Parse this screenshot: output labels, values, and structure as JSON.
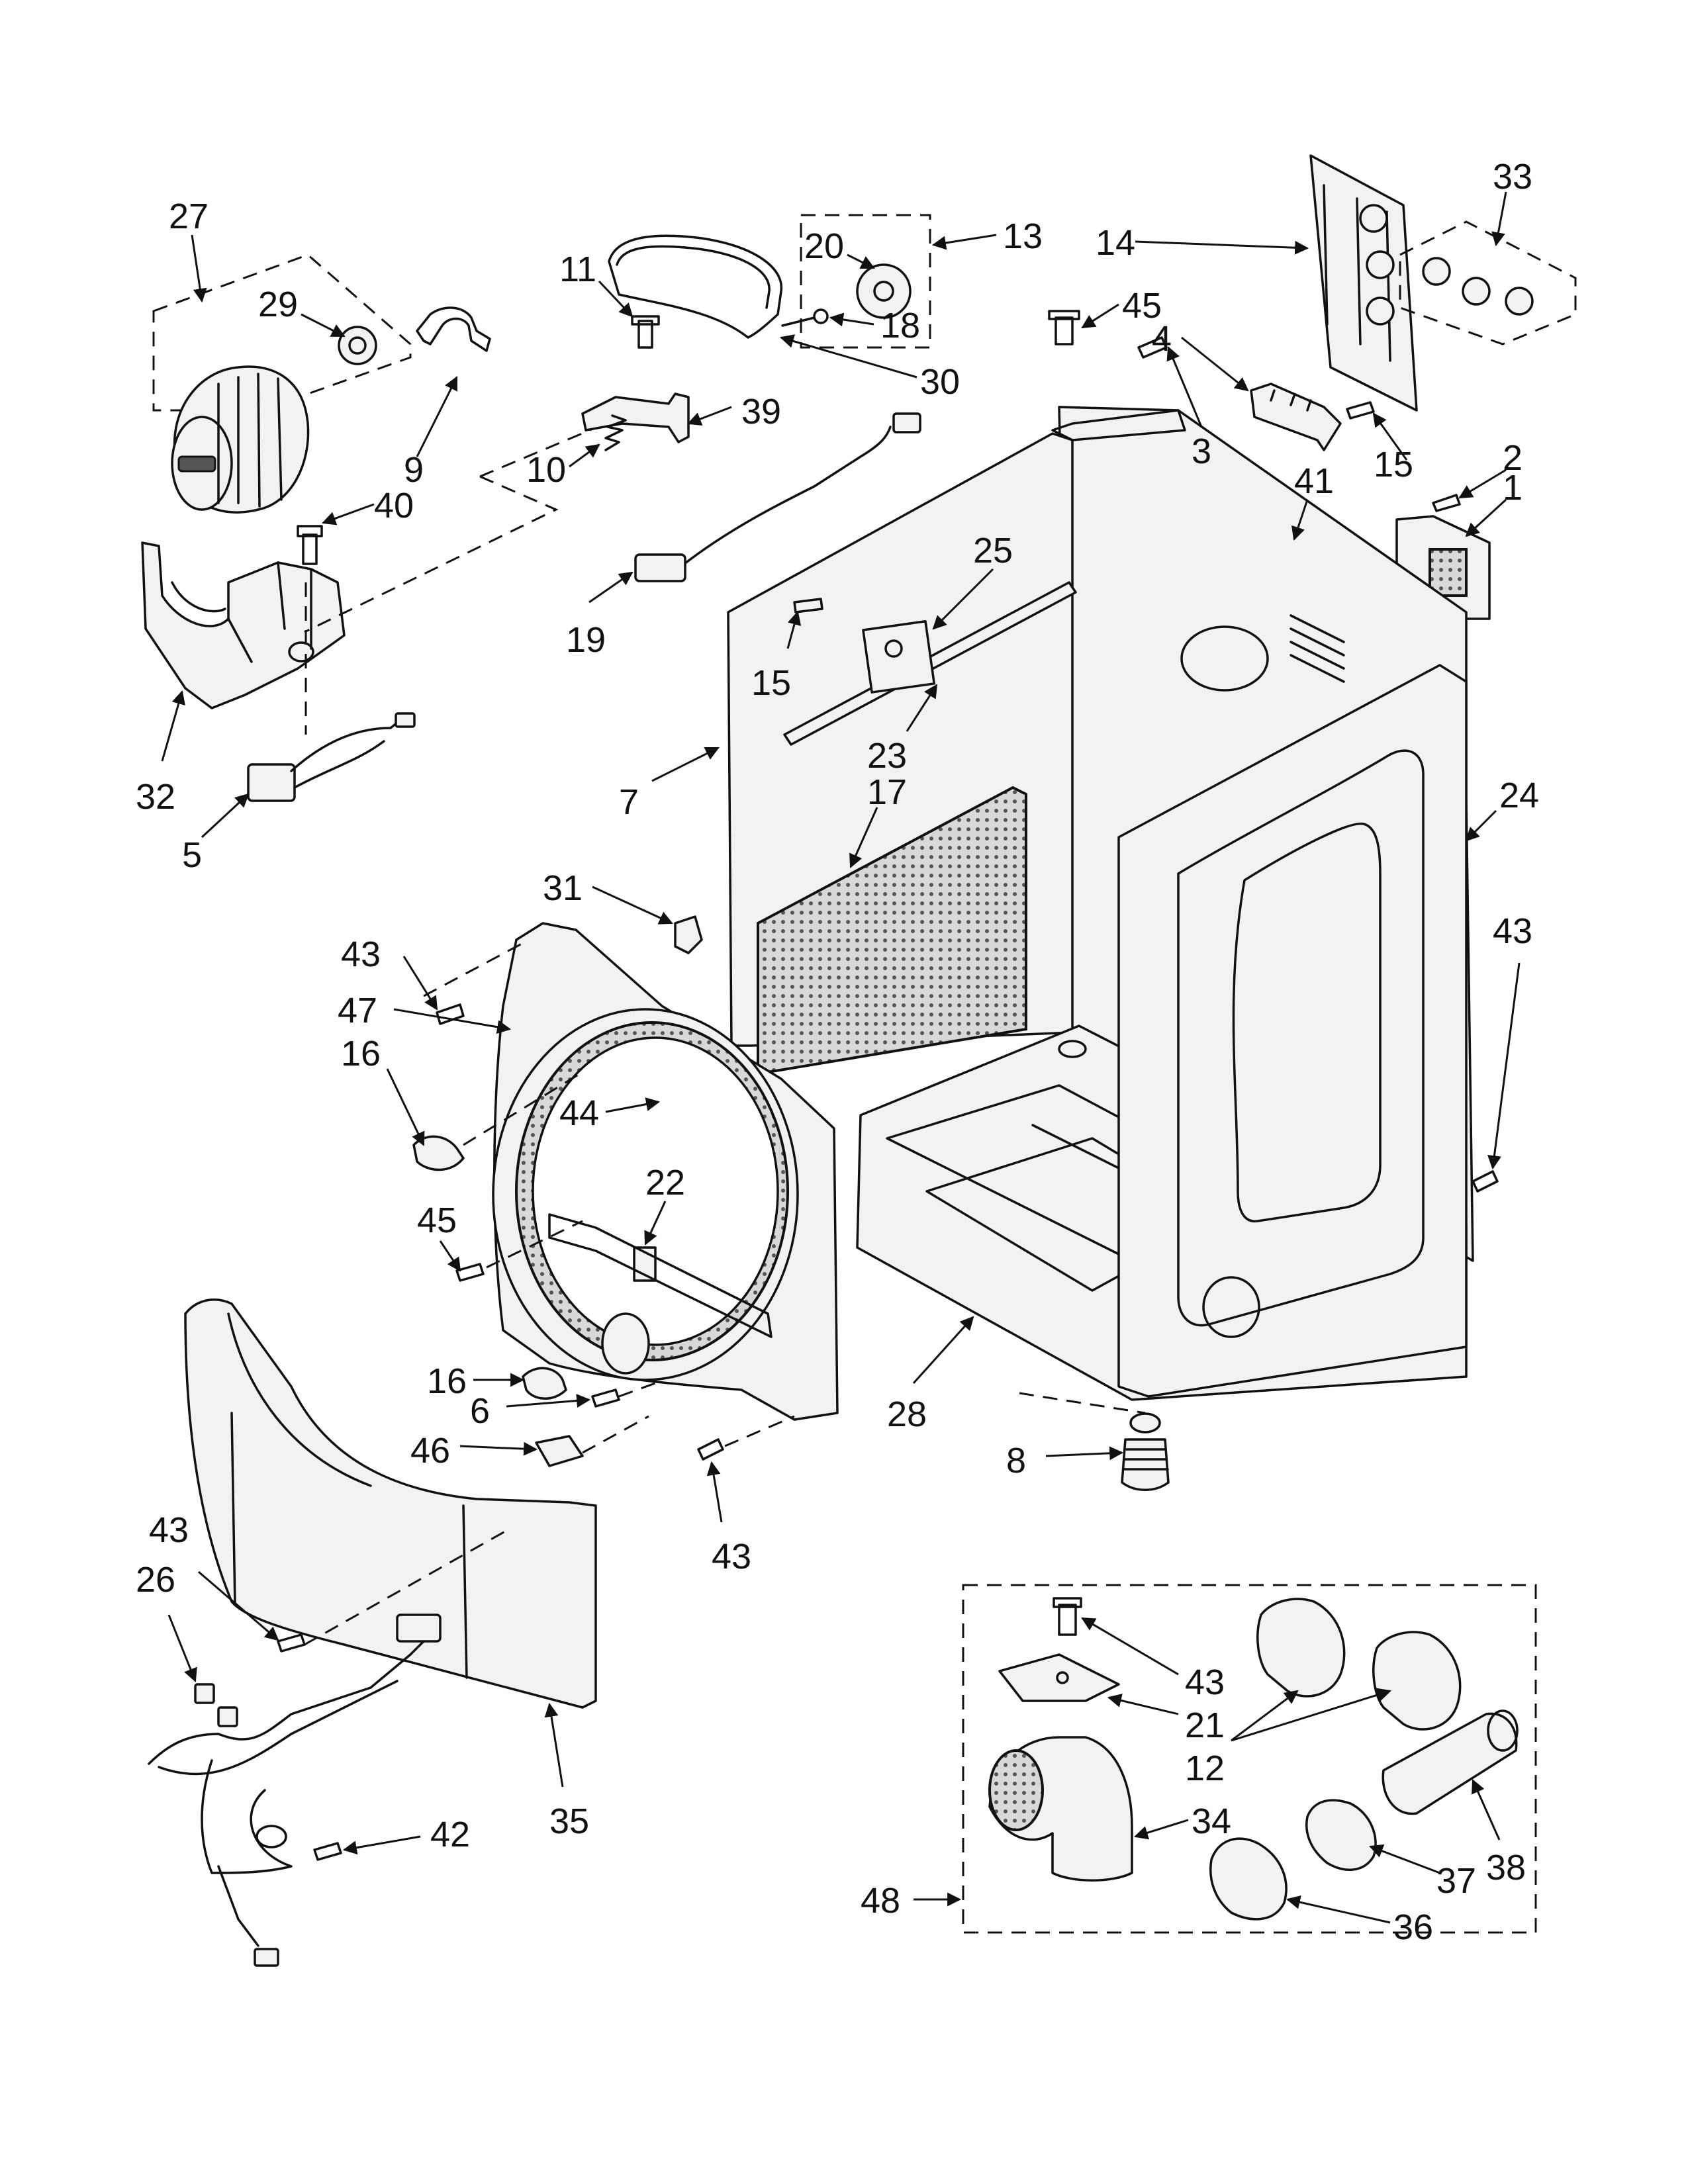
{
  "callouts": [
    {
      "id": "c27",
      "text": "27"
    },
    {
      "id": "c29",
      "text": "29"
    },
    {
      "id": "c9",
      "text": "9"
    },
    {
      "id": "c40",
      "text": "40"
    },
    {
      "id": "c32",
      "text": "32"
    },
    {
      "id": "c5",
      "text": "5"
    },
    {
      "id": "c11",
      "text": "11"
    },
    {
      "id": "c10",
      "text": "10"
    },
    {
      "id": "c39",
      "text": "39"
    },
    {
      "id": "c30",
      "text": "30"
    },
    {
      "id": "c20",
      "text": "20"
    },
    {
      "id": "c18",
      "text": "18"
    },
    {
      "id": "c13",
      "text": "13"
    },
    {
      "id": "c19",
      "text": "19"
    },
    {
      "id": "c14",
      "text": "14"
    },
    {
      "id": "c33",
      "text": "33"
    },
    {
      "id": "c45a",
      "text": "45"
    },
    {
      "id": "c4",
      "text": "4"
    },
    {
      "id": "c3",
      "text": "3"
    },
    {
      "id": "c15a",
      "text": "15"
    },
    {
      "id": "c2",
      "text": "2"
    },
    {
      "id": "c1",
      "text": "1"
    },
    {
      "id": "c41",
      "text": "41"
    },
    {
      "id": "c25",
      "text": "25"
    },
    {
      "id": "c15b",
      "text": "15"
    },
    {
      "id": "c23",
      "text": "23"
    },
    {
      "id": "c7",
      "text": "7"
    },
    {
      "id": "c17",
      "text": "17"
    },
    {
      "id": "c24",
      "text": "24"
    },
    {
      "id": "c31",
      "text": "31"
    },
    {
      "id": "c43a",
      "text": "43"
    },
    {
      "id": "c47",
      "text": "47"
    },
    {
      "id": "c16a",
      "text": "16"
    },
    {
      "id": "c44",
      "text": "44"
    },
    {
      "id": "c43b",
      "text": "43"
    },
    {
      "id": "c22",
      "text": "22"
    },
    {
      "id": "c45b",
      "text": "45"
    },
    {
      "id": "c16b",
      "text": "16"
    },
    {
      "id": "c6",
      "text": "6"
    },
    {
      "id": "c46",
      "text": "46"
    },
    {
      "id": "c28",
      "text": "28"
    },
    {
      "id": "c8",
      "text": "8"
    },
    {
      "id": "c43c",
      "text": "43"
    },
    {
      "id": "c43d",
      "text": "43"
    },
    {
      "id": "c26",
      "text": "26"
    },
    {
      "id": "c35",
      "text": "35"
    },
    {
      "id": "c42",
      "text": "42"
    },
    {
      "id": "c43e",
      "text": "43"
    },
    {
      "id": "c21",
      "text": "21"
    },
    {
      "id": "c12",
      "text": "12"
    },
    {
      "id": "c34",
      "text": "34"
    },
    {
      "id": "c38",
      "text": "38"
    },
    {
      "id": "c37",
      "text": "37"
    },
    {
      "id": "c36",
      "text": "36"
    },
    {
      "id": "c48",
      "text": "48"
    }
  ]
}
